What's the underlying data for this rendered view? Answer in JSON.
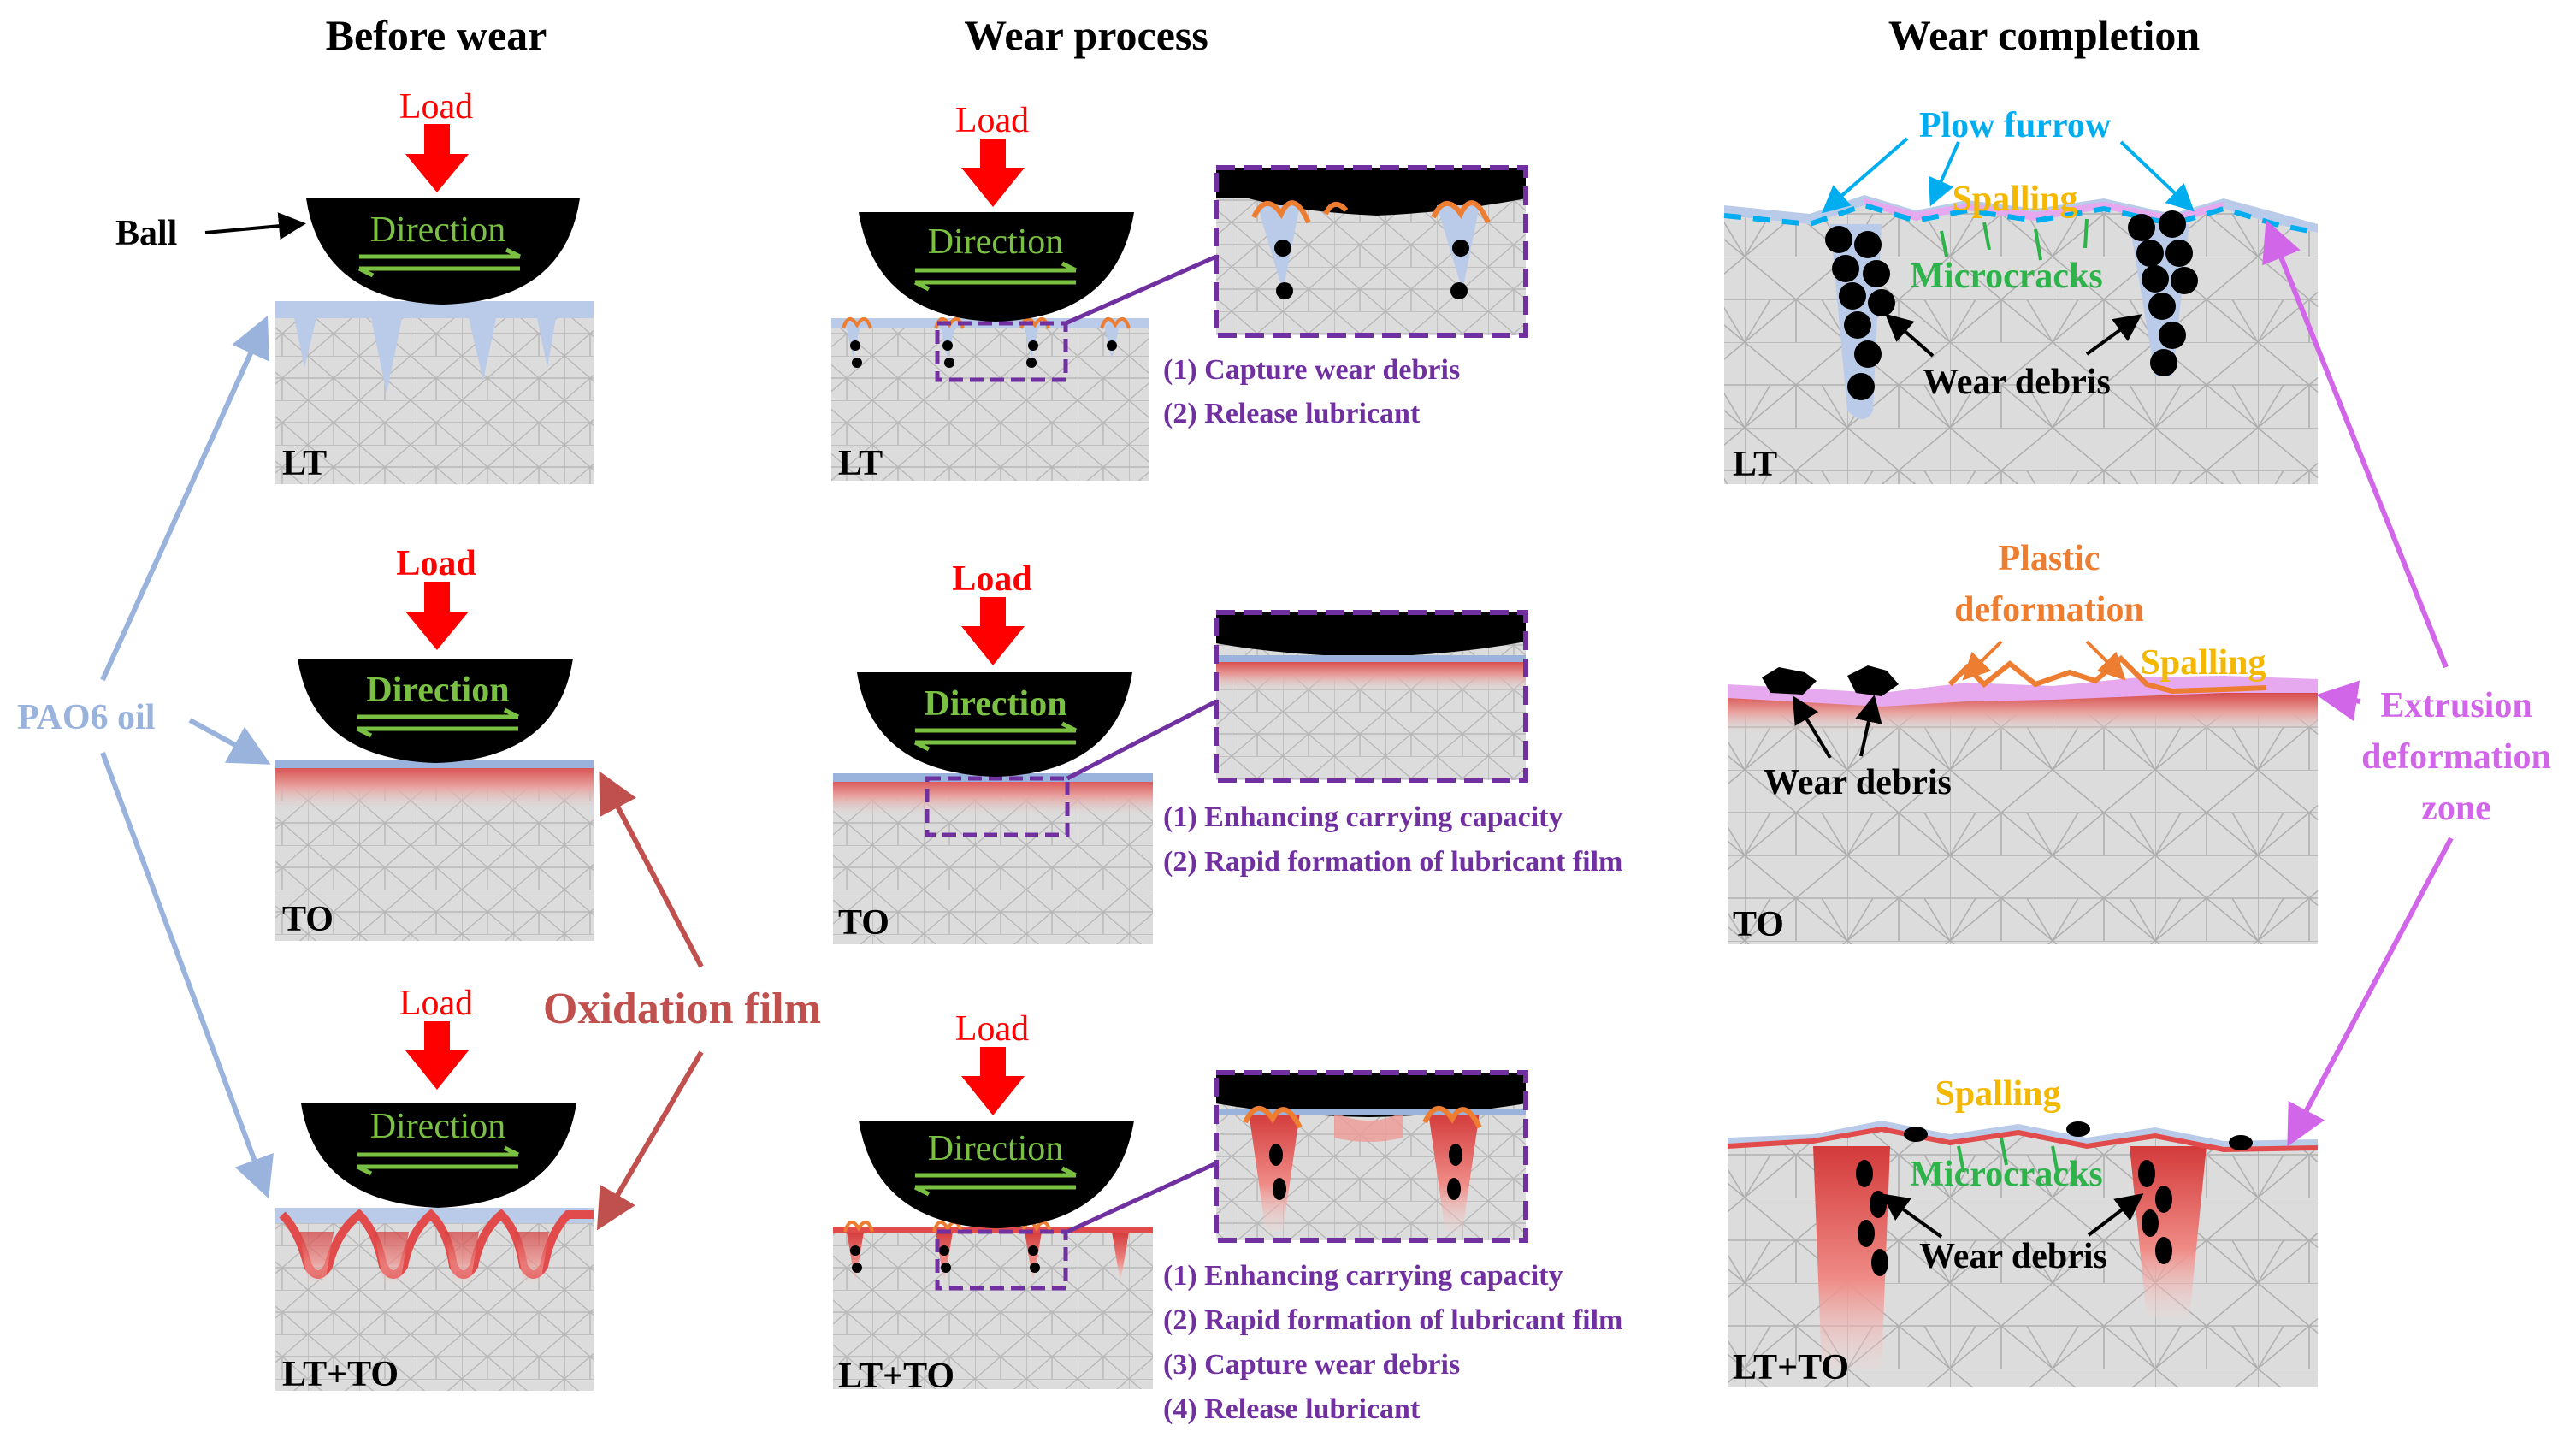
{
  "headers": [
    "Before wear",
    "Wear process",
    "Wear completion"
  ],
  "load": "Load",
  "direction": "Direction",
  "ball": "Ball",
  "sample_labels": [
    "LT",
    "TO",
    "LT+TO"
  ],
  "pao6": "PAO6 oil",
  "oxidation": "Oxidation film",
  "notes": {
    "lt": [
      "(1) Capture wear debris",
      "(2) Release lubricant"
    ],
    "to": [
      "(1) Enhancing carrying capacity",
      "(2) Rapid formation of lubricant film"
    ],
    "ltto": [
      "(1) Enhancing carrying capacity",
      "(2) Rapid formation of lubricant film",
      "(3) Capture wear debris",
      "(4) Release lubricant"
    ]
  },
  "completion": {
    "plow": "Plow furrow",
    "spalling": "Spalling",
    "microcracks": "Microcracks",
    "wear_debris": "Wear debris",
    "plastic_1": "Plastic",
    "plastic_2": "deformation",
    "extrusion_1": "Extrusion",
    "extrusion_2": "deformation",
    "extrusion_3": "zone"
  },
  "colors": {
    "load": "#ff0000",
    "direction": "#7ac143",
    "oil": "#99b3dd",
    "oxide": "#c0504d",
    "note": "#7030a0",
    "plow": "#00aeef",
    "spalling": "#f5b800",
    "microcracks": "#2db34a",
    "plastic": "#ed7d31",
    "extrusion": "#d166e8"
  }
}
